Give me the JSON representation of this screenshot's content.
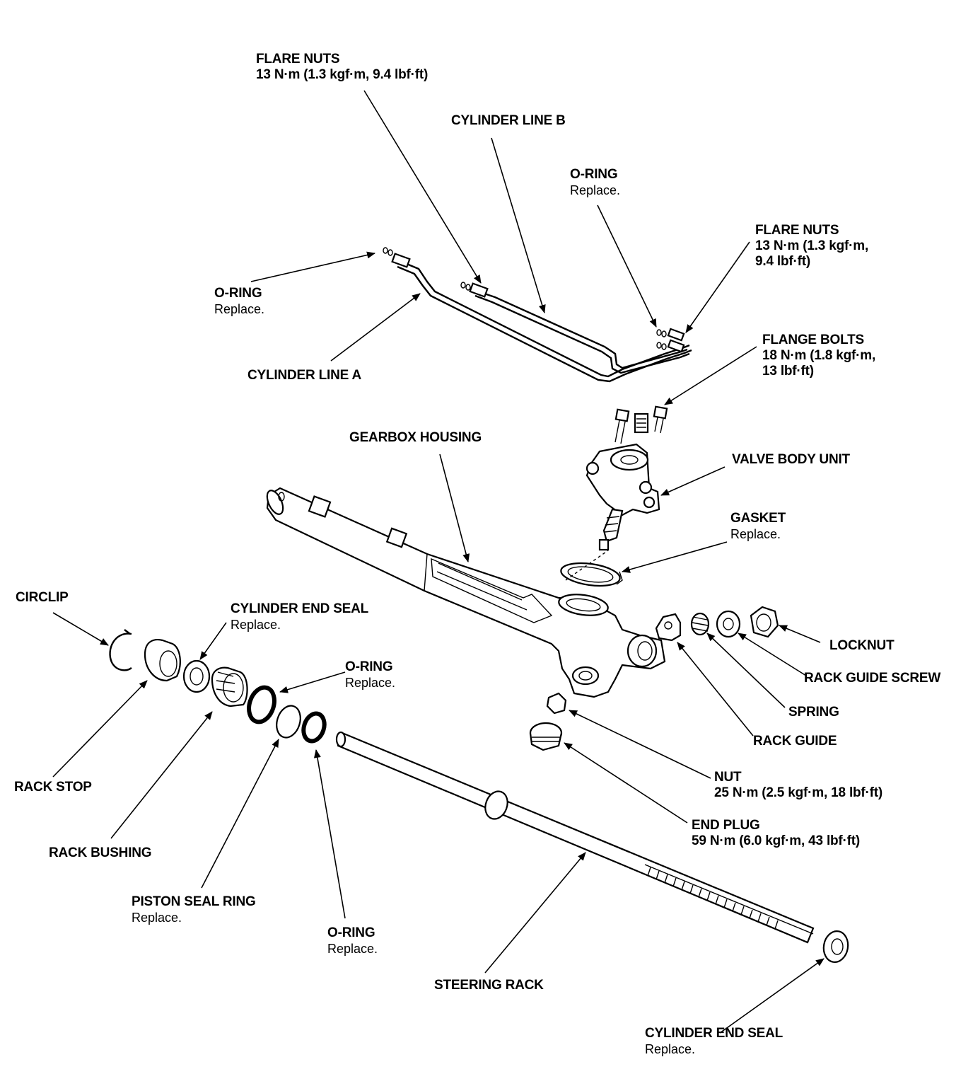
{
  "labels": {
    "flare_nuts_top": {
      "title": "FLARE NUTS",
      "line2": "13 N·m (1.3 kgf·m, 9.4 lbf·ft)",
      "line3": ""
    },
    "cylinder_line_b": {
      "title": "CYLINDER LINE B",
      "line2": "",
      "line3": ""
    },
    "o_ring_top": {
      "title": "O-RING",
      "line2": "Replace.",
      "line3": ""
    },
    "flare_nuts_right": {
      "title": "FLARE NUTS",
      "line2": "13 N·m (1.3 kgf·m,",
      "line3": "9.4 lbf·ft)"
    },
    "o_ring_left": {
      "title": "O-RING",
      "line2": "Replace.",
      "line3": ""
    },
    "cylinder_line_a": {
      "title": "CYLINDER LINE A",
      "line2": "",
      "line3": ""
    },
    "flange_bolts": {
      "title": "FLANGE BOLTS",
      "line2": "18 N·m (1.8 kgf·m,",
      "line3": "13 lbf·ft)"
    },
    "gearbox_housing": {
      "title": "GEARBOX HOUSING",
      "line2": "",
      "line3": ""
    },
    "valve_body_unit": {
      "title": "VALVE BODY UNIT",
      "line2": "",
      "line3": ""
    },
    "gasket": {
      "title": "GASKET",
      "line2": "Replace.",
      "line3": ""
    },
    "circlip": {
      "title": "CIRCLIP",
      "line2": "",
      "line3": ""
    },
    "cylinder_end_seal_top": {
      "title": "CYLINDER END SEAL",
      "line2": "Replace.",
      "line3": ""
    },
    "o_ring_mid": {
      "title": "O-RING",
      "line2": "Replace.",
      "line3": ""
    },
    "locknut": {
      "title": "LOCKNUT",
      "line2": "",
      "line3": ""
    },
    "rack_guide_screw": {
      "title": "RACK GUIDE SCREW",
      "line2": "",
      "line3": ""
    },
    "spring": {
      "title": "SPRING",
      "line2": "",
      "line3": ""
    },
    "rack_guide": {
      "title": "RACK GUIDE",
      "line2": "",
      "line3": ""
    },
    "rack_stop": {
      "title": "RACK STOP",
      "line2": "",
      "line3": ""
    },
    "nut": {
      "title": "NUT",
      "line2": "25 N·m (2.5 kgf·m, 18 lbf·ft)",
      "line3": ""
    },
    "end_plug": {
      "title": "END PLUG",
      "line2": "59 N·m (6.0 kgf·m, 43 lbf·ft)",
      "line3": ""
    },
    "rack_bushing": {
      "title": "RACK BUSHING",
      "line2": "",
      "line3": ""
    },
    "piston_seal_ring": {
      "title": "PISTON SEAL RING",
      "line2": "Replace.",
      "line3": ""
    },
    "o_ring_bottom": {
      "title": "O-RING",
      "line2": "Replace.",
      "line3": ""
    },
    "steering_rack": {
      "title": "STEERING RACK",
      "line2": "",
      "line3": ""
    },
    "cylinder_end_seal_bottom": {
      "title": "CYLINDER END SEAL",
      "line2": "Replace.",
      "line3": ""
    }
  }
}
